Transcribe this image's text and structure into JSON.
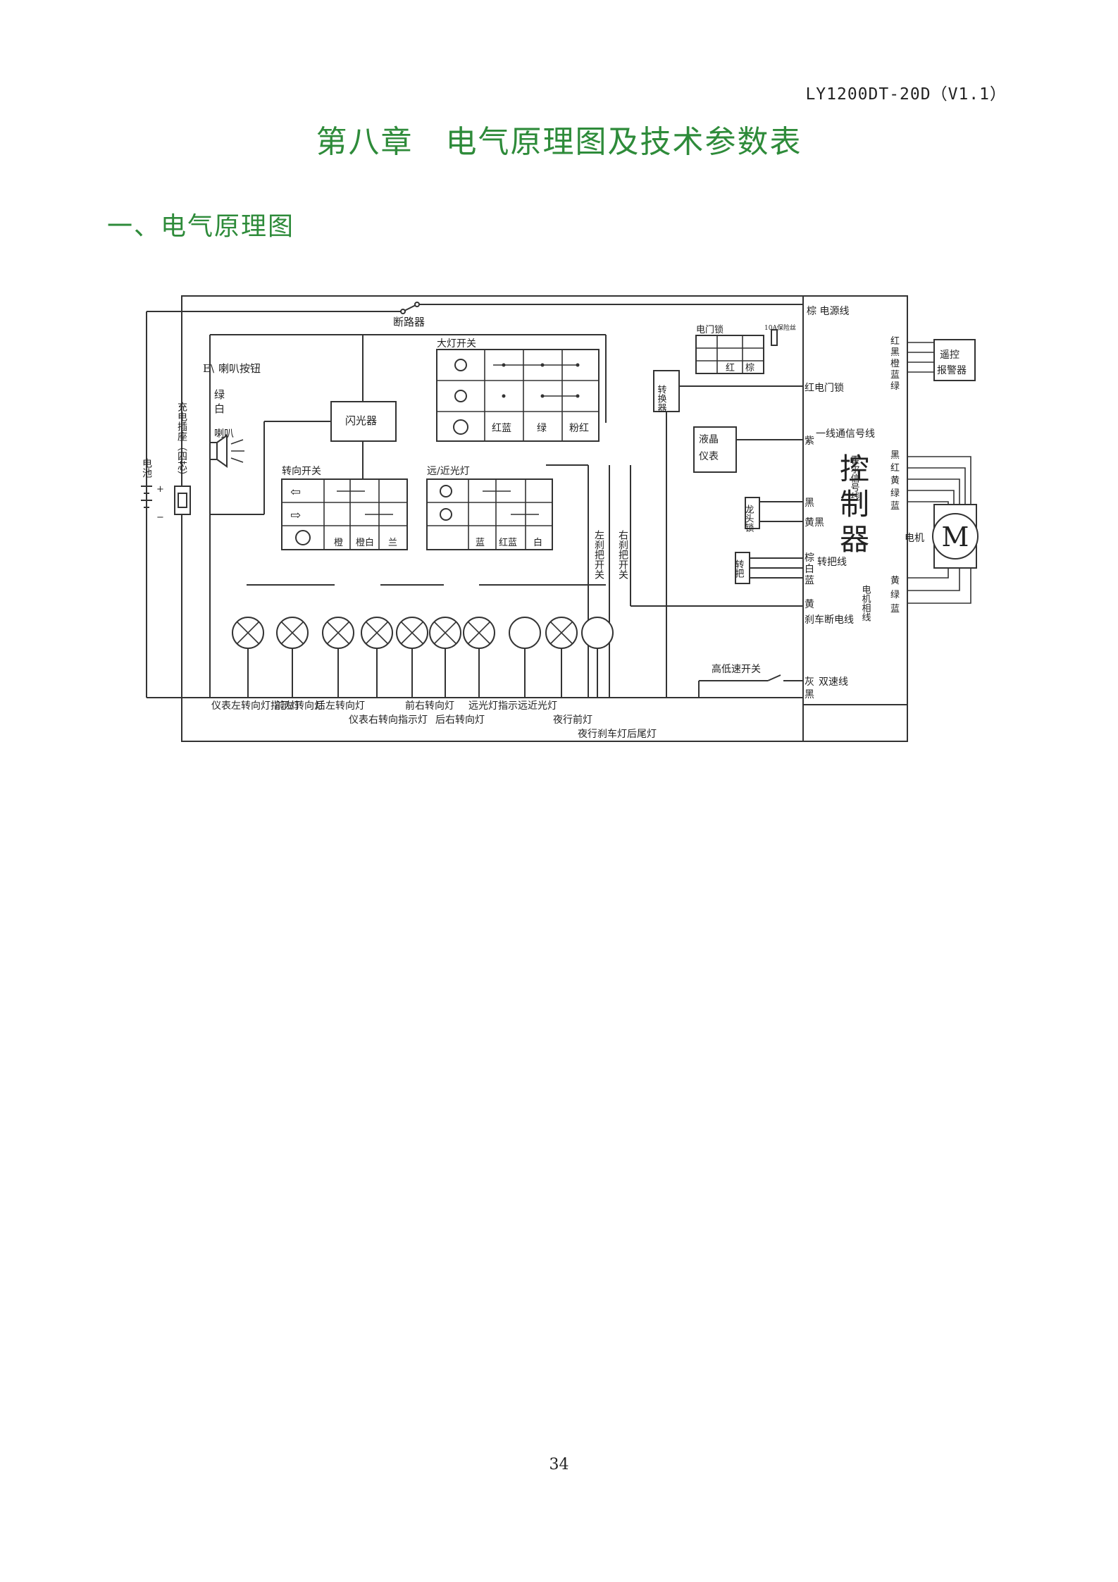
{
  "header": {
    "doc_id": "LY1200DT-20D（V1.1）",
    "chapter_title": "第八章　电气原理图及技术参数表",
    "section_title": "一、电气原理图"
  },
  "diagram": {
    "breaker": "断路器",
    "horn_button": "喇叭按钮",
    "horn_wire": [
      "绿",
      "白"
    ],
    "horn": "喇叭",
    "charge_port": "充电插座（四芯）",
    "battery": "电池",
    "flasher": "闪光器",
    "headlight_switch": "大灯开关",
    "headlight_wire": [
      "红蓝",
      "绿",
      "粉红"
    ],
    "turn_switch": "转向开关",
    "turn_wire": [
      "橙",
      "橙白",
      "兰"
    ],
    "beam_switch": "远/近光灯",
    "beam_wire": [
      "蓝",
      "红蓝",
      "白"
    ],
    "left_brake": "左刹把开关",
    "right_brake": "右刹把开关",
    "door_lock": "电门锁",
    "door_lock_wire": [
      "红",
      "棕"
    ],
    "fuse_note": "10A保险丝",
    "converter": "转换器",
    "lcd": "液晶仪表",
    "lock": "龙头锁",
    "throttle": "转把",
    "controller": [
      "控",
      "制",
      "器"
    ],
    "ctrl_labels": {
      "power": "棕 电源线",
      "door": "红电门锁",
      "comm": "紫",
      "comm2": "一线通信号线",
      "lock": [
        "黑",
        "黄黑"
      ],
      "throttle_colors": [
        "棕",
        "白",
        "蓝"
      ],
      "throttle_line": "转把线",
      "brake_color": "黄",
      "brake_line": "刹车断电线",
      "speed_colors": [
        "灰",
        "黑"
      ],
      "speed_line": "双速线"
    },
    "alarm": "遥控报警器",
    "alarm_wire": [
      "红",
      "黑",
      "橙",
      "蓝",
      "绿"
    ],
    "hall": "霍尔信号线",
    "hall_colors": [
      "黑",
      "红",
      "黄",
      "绿",
      "蓝"
    ],
    "motor": "M",
    "motor_label": "电机",
    "phase": "电机相线",
    "phase_colors": [
      "黄",
      "绿",
      "蓝"
    ],
    "speed_switch": "高低速开关",
    "lamps": [
      "仪表左转向灯指示灯",
      "前左转向灯",
      "后左转向灯",
      "仪表右转向指示灯",
      "前右转向灯",
      "后右转向灯",
      "远光灯指示",
      "远近光灯",
      "夜行前灯",
      "夜行刹车灯后尾灯"
    ]
  },
  "footer": {
    "page_number": "34"
  }
}
